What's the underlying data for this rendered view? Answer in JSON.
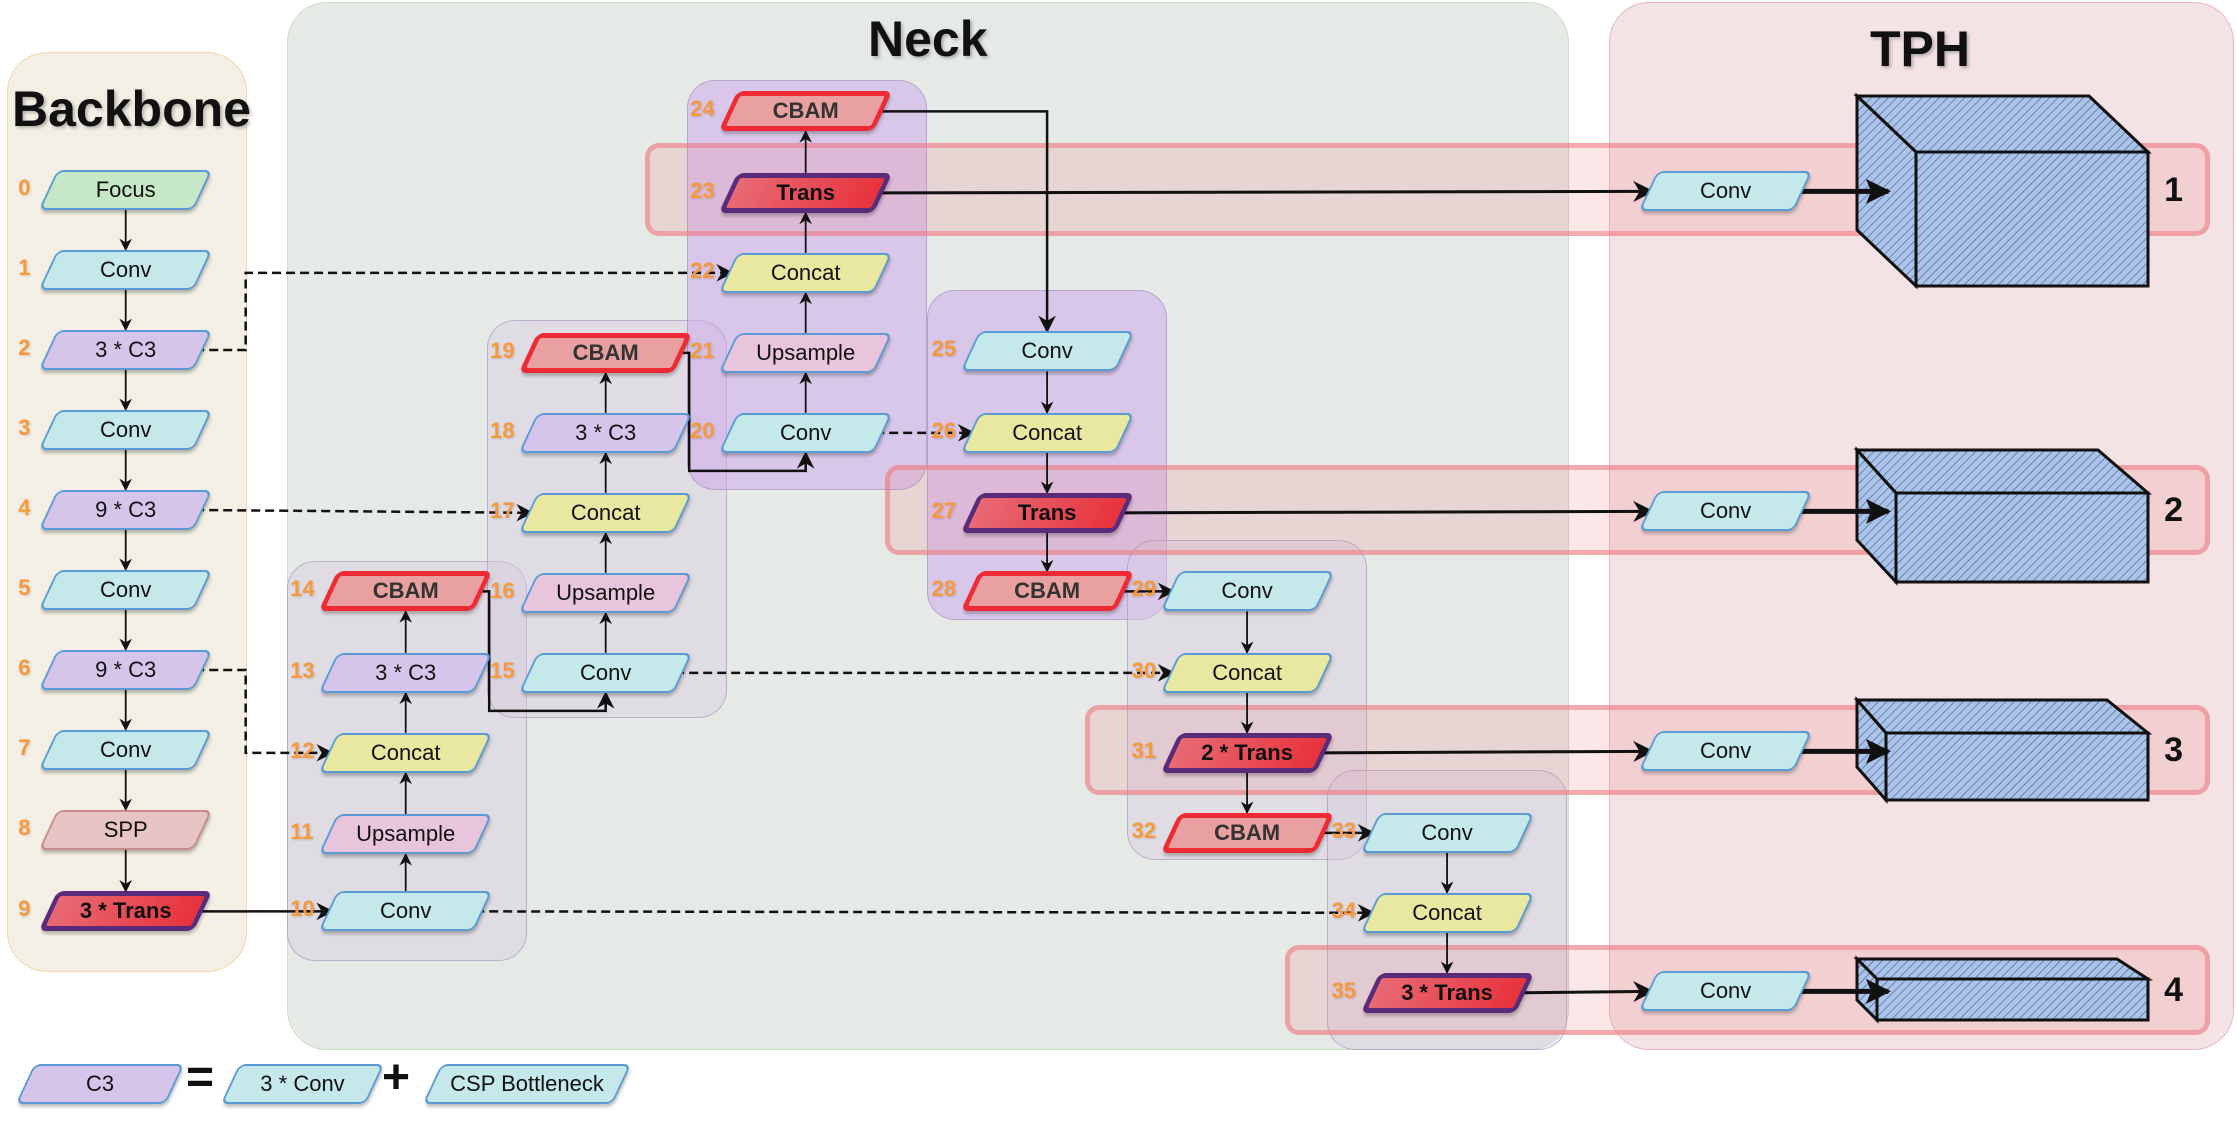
{
  "regions": {
    "backbone": {
      "title": "Backbone"
    },
    "neck": {
      "title": "Neck"
    },
    "tph": {
      "title": "TPH"
    }
  },
  "nodes": [
    {
      "id": 0,
      "label": "Focus",
      "type": "focus"
    },
    {
      "id": 1,
      "label": "Conv",
      "type": "conv"
    },
    {
      "id": 2,
      "label": "3 * C3",
      "type": "c3"
    },
    {
      "id": 3,
      "label": "Conv",
      "type": "conv"
    },
    {
      "id": 4,
      "label": "9 * C3",
      "type": "c3"
    },
    {
      "id": 5,
      "label": "Conv",
      "type": "conv"
    },
    {
      "id": 6,
      "label": "9 * C3",
      "type": "c3"
    },
    {
      "id": 7,
      "label": "Conv",
      "type": "conv"
    },
    {
      "id": 8,
      "label": "SPP",
      "type": "spp"
    },
    {
      "id": 9,
      "label": "3 * Trans",
      "type": "trans"
    },
    {
      "id": 10,
      "label": "Conv",
      "type": "conv"
    },
    {
      "id": 11,
      "label": "Upsample",
      "type": "upsample"
    },
    {
      "id": 12,
      "label": "Concat",
      "type": "concat"
    },
    {
      "id": 13,
      "label": "3 * C3",
      "type": "c3"
    },
    {
      "id": 14,
      "label": "CBAM",
      "type": "cbam"
    },
    {
      "id": 15,
      "label": "Conv",
      "type": "conv"
    },
    {
      "id": 16,
      "label": "Upsample",
      "type": "upsample"
    },
    {
      "id": 17,
      "label": "Concat",
      "type": "concat"
    },
    {
      "id": 18,
      "label": "3 * C3",
      "type": "c3"
    },
    {
      "id": 19,
      "label": "CBAM",
      "type": "cbam"
    },
    {
      "id": 20,
      "label": "Conv",
      "type": "conv"
    },
    {
      "id": 21,
      "label": "Upsample",
      "type": "upsample"
    },
    {
      "id": 22,
      "label": "Concat",
      "type": "concat"
    },
    {
      "id": 23,
      "label": "Trans",
      "type": "trans"
    },
    {
      "id": 24,
      "label": "CBAM",
      "type": "cbam"
    },
    {
      "id": 25,
      "label": "Conv",
      "type": "conv"
    },
    {
      "id": 26,
      "label": "Concat",
      "type": "concat"
    },
    {
      "id": 27,
      "label": "Trans",
      "type": "trans"
    },
    {
      "id": 28,
      "label": "CBAM",
      "type": "cbam"
    },
    {
      "id": 29,
      "label": "Conv",
      "type": "conv"
    },
    {
      "id": 30,
      "label": "Concat",
      "type": "concat"
    },
    {
      "id": 31,
      "label": "2 * Trans",
      "type": "trans"
    },
    {
      "id": 32,
      "label": "CBAM",
      "type": "cbam"
    },
    {
      "id": 33,
      "label": "Conv",
      "type": "conv"
    },
    {
      "id": 34,
      "label": "Concat",
      "type": "concat"
    },
    {
      "id": 35,
      "label": "3 * Trans",
      "type": "trans"
    }
  ],
  "heads": [
    {
      "number": "1",
      "conv_label": "Conv",
      "source": 23
    },
    {
      "number": "2",
      "conv_label": "Conv",
      "source": 27
    },
    {
      "number": "3",
      "conv_label": "Conv",
      "source": 31
    },
    {
      "number": "4",
      "conv_label": "Conv",
      "source": 35
    }
  ],
  "edges": {
    "solid": [
      [
        0,
        1
      ],
      [
        1,
        2
      ],
      [
        2,
        3
      ],
      [
        3,
        4
      ],
      [
        4,
        5
      ],
      [
        5,
        6
      ],
      [
        6,
        7
      ],
      [
        7,
        8
      ],
      [
        8,
        9
      ],
      [
        9,
        10
      ],
      [
        10,
        11
      ],
      [
        11,
        12
      ],
      [
        12,
        13
      ],
      [
        13,
        14
      ],
      [
        14,
        15
      ],
      [
        15,
        16
      ],
      [
        16,
        17
      ],
      [
        17,
        18
      ],
      [
        18,
        19
      ],
      [
        19,
        20
      ],
      [
        20,
        21
      ],
      [
        21,
        22
      ],
      [
        22,
        23
      ],
      [
        23,
        24
      ],
      [
        24,
        25
      ],
      [
        25,
        26
      ],
      [
        26,
        27
      ],
      [
        27,
        28
      ],
      [
        28,
        29
      ],
      [
        29,
        30
      ],
      [
        30,
        31
      ],
      [
        31,
        32
      ],
      [
        32,
        33
      ],
      [
        33,
        34
      ],
      [
        34,
        35
      ]
    ],
    "dashed": [
      [
        2,
        22
      ],
      [
        4,
        17
      ],
      [
        6,
        12
      ],
      [
        10,
        34
      ],
      [
        15,
        30
      ],
      [
        20,
        26
      ]
    ]
  },
  "legend": {
    "lhs": "C3",
    "equals": "=",
    "term1": "3 * Conv",
    "plus": "+",
    "term2": "CSP Bottleneck"
  },
  "colors": {
    "conv": "#c5e8ea",
    "c3": "#d6c5ea",
    "concat": "#e8e8a0",
    "upsample": "#e8c5dc",
    "focus": "#c6e8c6",
    "spp": "#e8c5c5",
    "cbam_border": "#ee2a35",
    "trans_border": "#5b2a78",
    "index": "#f7993b"
  }
}
